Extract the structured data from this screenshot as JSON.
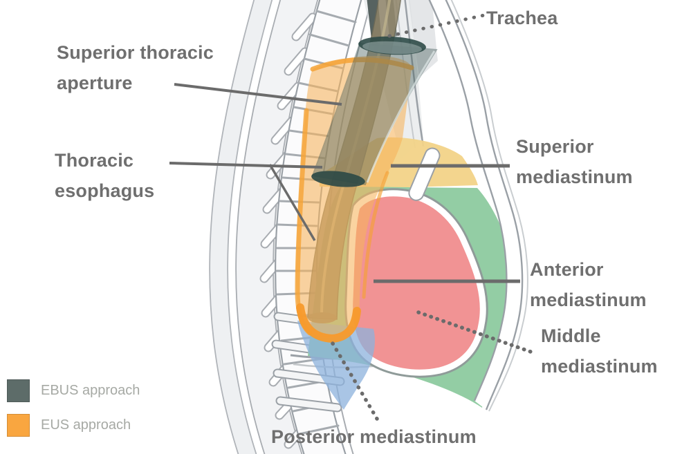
{
  "figure": {
    "description": "Sagittal anatomical diagram of the mediastinal compartments showing EBUS and EUS approaches"
  },
  "labels": {
    "trachea": {
      "text": "Trachea"
    },
    "superior_thoracic_aperture": {
      "line1": "Superior thoracic",
      "line2": "aperture"
    },
    "thoracic_esophagus": {
      "line1": "Thoracic",
      "line2": "esophagus"
    },
    "superior_mediastinum": {
      "line1": "Superior",
      "line2": "mediastinum"
    },
    "anterior_mediastinum": {
      "line1": "Anterior",
      "line2": "mediastinum"
    },
    "middle_mediastinum": {
      "line1": "Middle",
      "line2": "mediastinum"
    },
    "posterior_mediastinum": {
      "text": "Posterior mediastinum"
    }
  },
  "legend": {
    "items": [
      {
        "label": "EBUS approach",
        "color": "#5d6c69"
      },
      {
        "label": "EUS approach",
        "color": "#f9a640"
      }
    ]
  },
  "colors": {
    "superior_mediastinum": "#f2d388",
    "anterior_mediastinum": "#93cda4",
    "middle_mediastinum": "#f19394",
    "posterior_mediastinum": "#8cb2dc",
    "eus_overlay": "#f7b45c",
    "eus_rim": "#f5a235",
    "eus_cap": "#f79a2c",
    "ebus_trachea_body": "#4a6360",
    "ebus_trachea_rim": "#2e4a47",
    "esophagus": "#8f8468",
    "label_text": "#6f6f6f",
    "legend_text": "#a6a9a4",
    "leader_line": "#6b6b6b",
    "bone_outline": "#9aa0a6"
  }
}
